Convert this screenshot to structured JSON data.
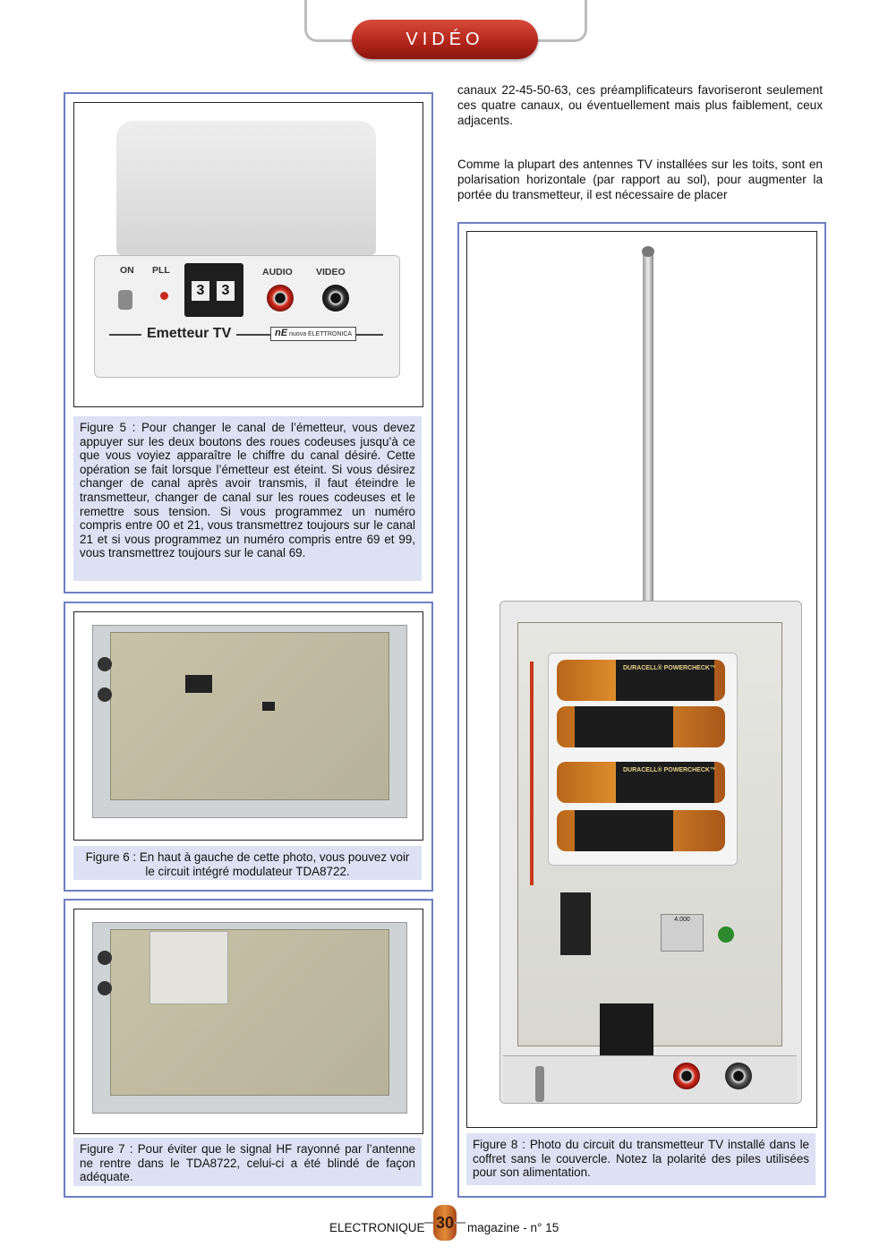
{
  "header": {
    "section": "VIDÉO"
  },
  "body_text": {
    "para1": "canaux 22-45-50-63, ces préamplificateurs favoriseront seulement ces quatre canaux, ou éventuellement mais plus faiblement, ceux adjacents.",
    "para2": "Comme la plupart des antennes TV installées sur les toits, sont en polarisation horizontale (par rapport au sol), pour augmenter la portée du transmetteur, il est nécessaire de placer"
  },
  "figure5": {
    "caption": "Figure 5 : Pour changer le canal de l’émetteur, vous devez appuyer sur les deux boutons des roues codeuses jusqu’à ce que vous voyiez apparaître le chiffre du canal désiré. Cette opération se fait lorsque l’émetteur est éteint. Si vous désirez changer de canal après avoir transmis, il faut éteindre le transmetteur, changer de canal sur les roues codeuses et le remettre sous tension. Si vous programmez un numéro compris entre 00 et 21, vous transmettrez toujours sur le canal 21 et si vous programmez un numéro compris entre 69 et 99, vous transmettrez toujours sur le canal 69.",
    "photo_labels": {
      "on": "ON",
      "pll": "PLL",
      "audio": "AUDIO",
      "video": "VIDEO",
      "digit1": "3",
      "digit2": "3",
      "brand": "Emetteur TV",
      "logo": "nE",
      "logo_text": "nuova ELETTRONICA"
    }
  },
  "figure6": {
    "caption": "Figure 6 : En haut à gauche de cette photo, vous pouvez voir le circuit intégré modulateur TDA8722."
  },
  "figure7": {
    "caption": "Figure 7 : Pour éviter que le signal HF rayonné par l’antenne ne rentre dans le TDA8722, celui-ci a été blindé de façon adéquate."
  },
  "figure8": {
    "caption": "Figure 8 : Photo du circuit du transmetteur TV installé dans le coffret sans le couvercle. Notez la polarité des piles utilisées pour son alimentation.",
    "battery_brand": "DURACELL® POWERCHECK™",
    "crystal_label": "4.000"
  },
  "footer": {
    "left": "ELECTRONIQUE",
    "page": "30",
    "right": "magazine - n° 15"
  },
  "colors": {
    "panel_border": "#6d80c3",
    "caption_bg": "#dde1f3",
    "header_red": "#b0241a"
  }
}
